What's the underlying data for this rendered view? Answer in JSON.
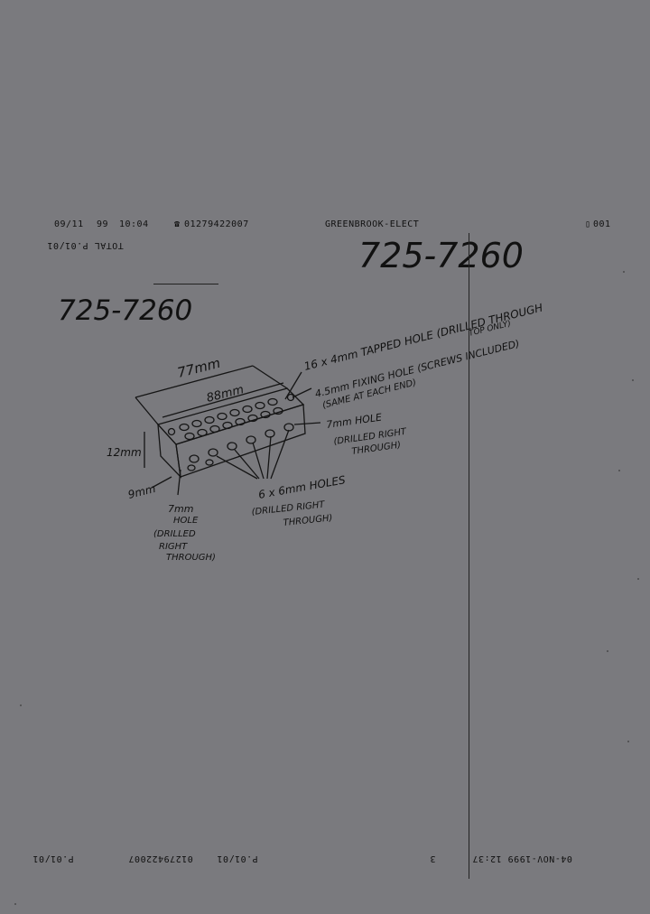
{
  "fax_header": {
    "date": "09/11",
    "year": "99",
    "time": "10:04",
    "phone_icon": "phone-icon",
    "phone": "01279422007",
    "sender": "GREENBROOK-ELECT",
    "page_icon": "fax-page-icon",
    "page": "001"
  },
  "fax_footer": {
    "total_label": "TOTAL P.01/01",
    "page_left": "P.01/01",
    "number": "01279422007",
    "page_code": "3",
    "datetime": "04-NOV-1999 12:37"
  },
  "notes": {
    "main_number": "725-7260",
    "handwritten_number": "725-7260"
  },
  "drawing": {
    "dim_length": "77mm",
    "dim_width": "88mm",
    "dim_height": "12mm",
    "dim_depth": "9mm",
    "callout_tapped_line1": "16 x 4mm TAPPED HOLE (DRILLED THROUGH",
    "callout_tapped_line2": "TOP ONLY)",
    "callout_fixing_line1": "4.5mm FIXING HOLE (SCREWS INCLUDED)",
    "callout_fixing_line2": "(SAME AT EACH END)",
    "callout_7mm_right_line1": "7mm HOLE",
    "callout_7mm_right_line2": "(DRILLED RIGHT",
    "callout_7mm_right_line3": "THROUGH)",
    "callout_6x6_line1": "6 x 6mm HOLES",
    "callout_6x6_line2": "(DRILLED RIGHT",
    "callout_6x6_line3": "THROUGH)",
    "callout_7mm_left_line1": "7mm",
    "callout_7mm_left_line2": "HOLE",
    "callout_7mm_left_line3": "(DRILLED",
    "callout_7mm_left_line4": "RIGHT",
    "callout_7mm_left_line5": "THROUGH)"
  }
}
